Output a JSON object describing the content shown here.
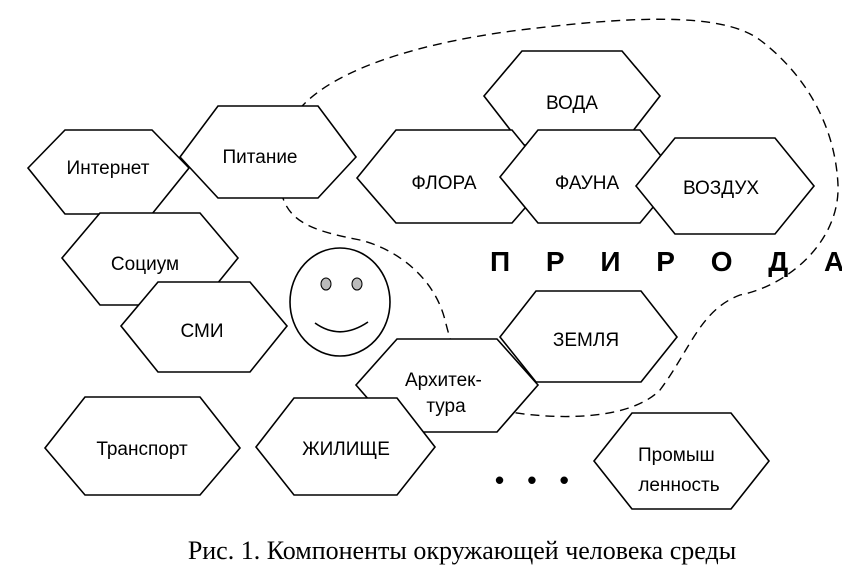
{
  "diagram": {
    "nature_region": {
      "label": "П Р И Р О Д А"
    },
    "components": [
      {
        "id": "internet",
        "label": "Интернет"
      },
      {
        "id": "pitanie",
        "label": "Питание"
      },
      {
        "id": "socium",
        "label": "Социум"
      },
      {
        "id": "smi",
        "label": "СМИ"
      },
      {
        "id": "transport",
        "label": "Транспорт"
      },
      {
        "id": "zhilishche",
        "label": "ЖИЛИЩЕ"
      },
      {
        "id": "arkhitektura",
        "label_lines": [
          "Архитек-",
          "тура"
        ]
      },
      {
        "id": "voda",
        "label": "ВОДА"
      },
      {
        "id": "flora",
        "label": "ФЛОРА"
      },
      {
        "id": "fauna",
        "label": "ФАУНА"
      },
      {
        "id": "vozdukh",
        "label": "ВОЗДУХ"
      },
      {
        "id": "zemlya",
        "label": "ЗЕМЛЯ"
      },
      {
        "id": "promyshlennost",
        "label_lines": [
          "Промыш",
          "ленность"
        ]
      }
    ],
    "ellipsis": "• • •",
    "caption": "Рис. 1. Компоненты окружающей человека среды"
  }
}
